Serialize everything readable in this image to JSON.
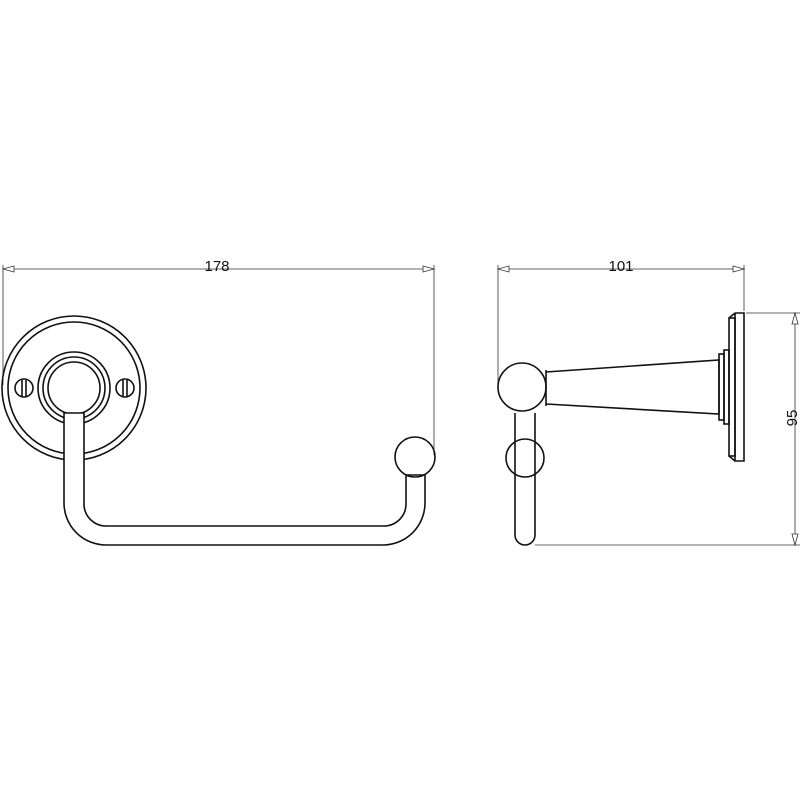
{
  "drawing": {
    "front_view": {
      "width_dimension": "178"
    },
    "side_view": {
      "depth_dimension": "101",
      "height_dimension": "95"
    }
  }
}
